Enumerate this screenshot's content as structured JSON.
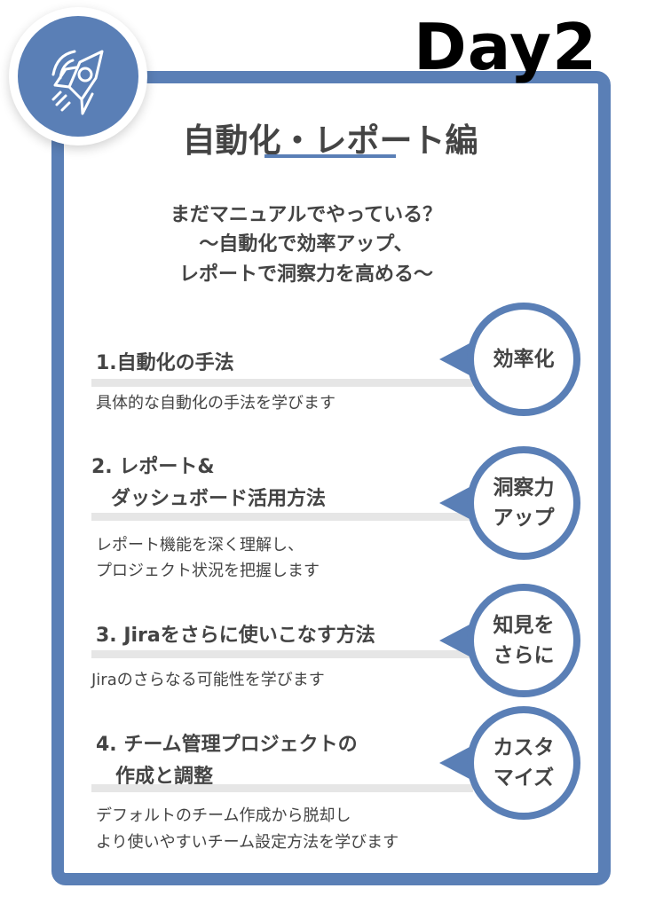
{
  "header": {
    "day": "Day2",
    "title": "自動化・レポート編",
    "icon": "rocket-icon"
  },
  "subtitle": [
    "まだマニュアルでやっている？",
    "〜自動化で効率アップ、",
    "レポートで洞察力を高める〜"
  ],
  "items": [
    {
      "title": [
        "1.自動化の手法"
      ],
      "desc": [
        "具体的な自動化の手法を学びます"
      ],
      "badge": [
        "効率化"
      ]
    },
    {
      "title": [
        "2. レポート&",
        "　ダッシュボード活用方法"
      ],
      "desc": [
        "レポート機能を深く理解し、",
        "プロジェクト状況を把握します"
      ],
      "badge": [
        "洞察力",
        "アップ"
      ]
    },
    {
      "title": [
        "3. Jiraをさらに使いこなす方法"
      ],
      "desc": [
        "Jiraのさらなる可能性を学びます"
      ],
      "badge": [
        "知見を",
        "さらに"
      ]
    },
    {
      "title": [
        "4. チーム管理プロジェクトの",
        "　作成と調整"
      ],
      "desc": [
        "デフォルトのチーム作成から脱却し",
        "より使いやすいチーム設定方法を学びます"
      ],
      "badge": [
        "カスタ",
        "マイズ"
      ]
    }
  ],
  "colors": {
    "accent": "#5a7fb6",
    "text": "#444444"
  }
}
